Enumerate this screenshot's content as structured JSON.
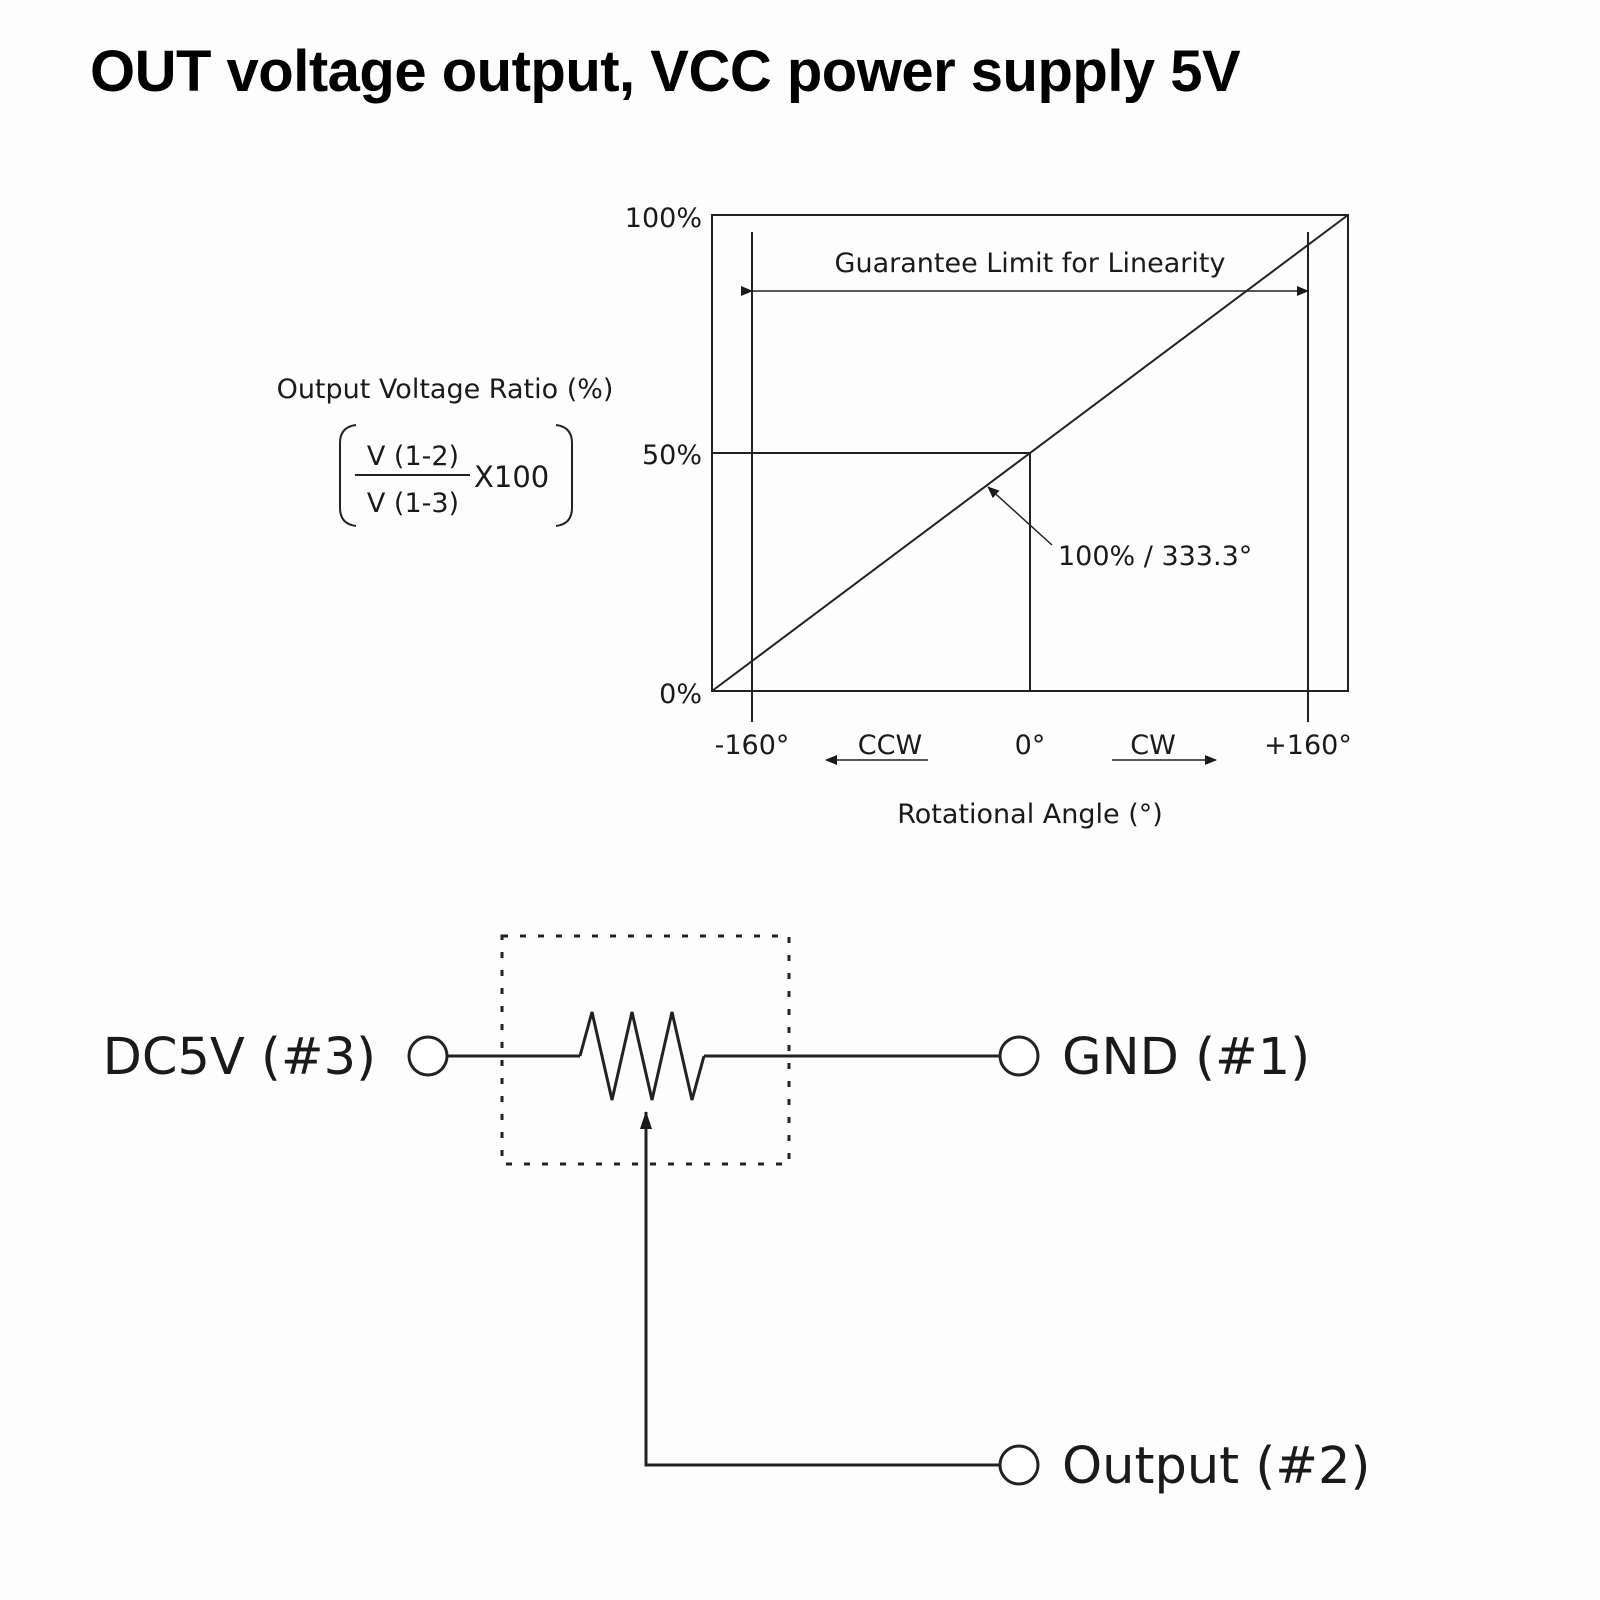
{
  "title": "OUT voltage output, VCC power supply 5V",
  "graph": {
    "y_ticks": [
      "100%",
      "50%",
      "0%"
    ],
    "x_ticks": [
      "-160°",
      "0°",
      "+160°"
    ],
    "ccw_label": "CCW",
    "cw_label": "CW",
    "guarantee_label": "Guarantee Limit for Linearity",
    "slope_label": "100% / 333.3°",
    "y_axis_title": "Output Voltage Ratio (%)",
    "formula_numerator": "V (1-2)",
    "formula_denominator": "V (1-3)",
    "formula_multiplier": "X100",
    "x_axis_title": "Rotational Angle (°)"
  },
  "circuit": {
    "pin3_label": "DC5V (#3)",
    "pin1_label": "GND (#1)",
    "pin2_label": "Output (#2)"
  }
}
